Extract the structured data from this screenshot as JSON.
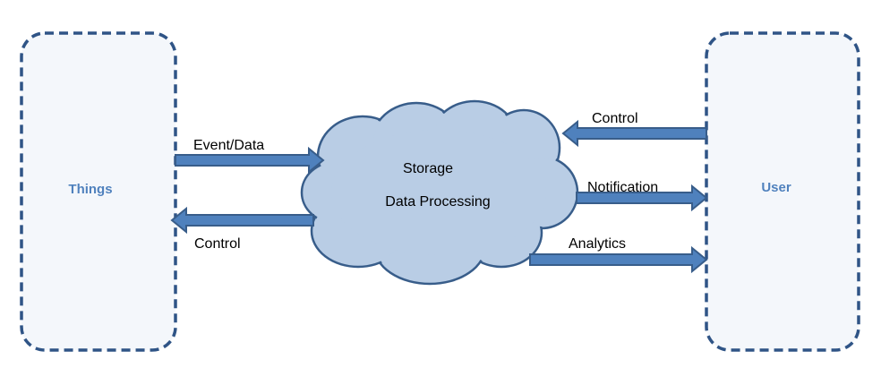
{
  "nodes": {
    "things": {
      "label": "Things"
    },
    "user": {
      "label": "User"
    },
    "cloud": {
      "line1": "Storage",
      "line2": "Data Processing"
    }
  },
  "edges": {
    "event_data": {
      "label": "Event/Data",
      "from": "Things",
      "to": "Cloud"
    },
    "control_to_things": {
      "label": "Control",
      "from": "Cloud",
      "to": "Things"
    },
    "control_from_user": {
      "label": "Control",
      "from": "User",
      "to": "Cloud"
    },
    "notification": {
      "label": "Notification",
      "from": "Cloud",
      "to": "User"
    },
    "analytics": {
      "label": "Analytics",
      "from": "Cloud",
      "to": "User"
    }
  },
  "colors": {
    "box_border": "#2F5486",
    "box_fill": "#F4F7FB",
    "arrow_fill": "#4F81BD",
    "arrow_stroke": "#385D8A",
    "cloud_fill": "#B9CDE5",
    "cloud_stroke": "#385D8A",
    "box_label": "#4F81BD"
  }
}
